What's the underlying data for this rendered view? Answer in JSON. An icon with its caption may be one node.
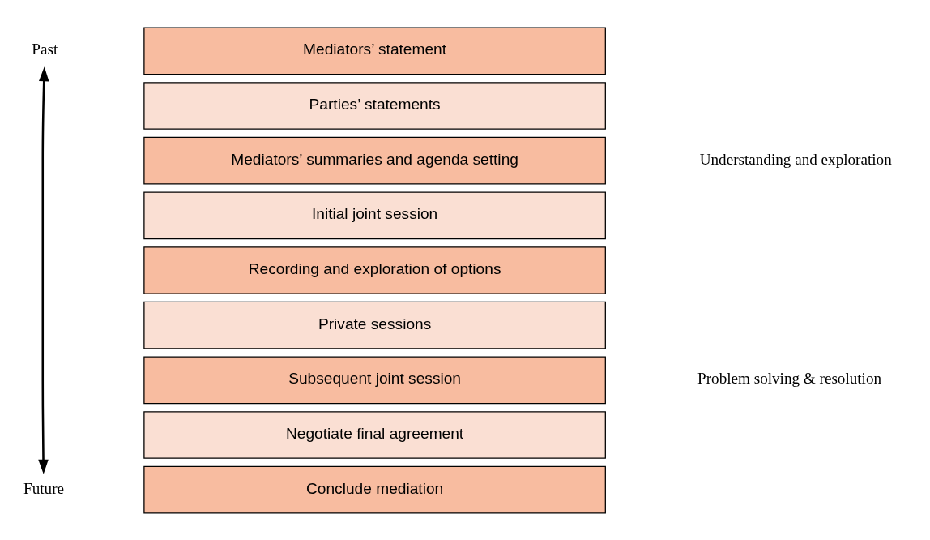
{
  "diagram": {
    "nodes": [
      {
        "text": [
          "Past"
        ]
      },
      {
        "text": [
          "Mediators’ statement"
        ]
      },
      {
        "text": [
          "Parties’ statements"
        ]
      },
      {
        "text": [
          "Mediators’ summaries and agenda setting"
        ]
      },
      {
        "text": [
          "Initial joint session"
        ]
      },
      {
        "text": [
          "Recording and exploration of options"
        ]
      },
      {
        "text": [
          "Private sessions"
        ]
      },
      {
        "text": [
          "Subsequent joint session"
        ]
      },
      {
        "text": [
          "Negotiate final agreement"
        ]
      },
      {
        "text": [
          "Conclude mediation"
        ]
      },
      {
        "text": [
          "Future"
        ]
      }
    ],
    "edges": [
      {
        "from": 0,
        "to": 10,
        "arrow": "both"
      }
    ],
    "labels": [
      "Understanding and exploration",
      "Problem solving & resolution"
    ]
  }
}
